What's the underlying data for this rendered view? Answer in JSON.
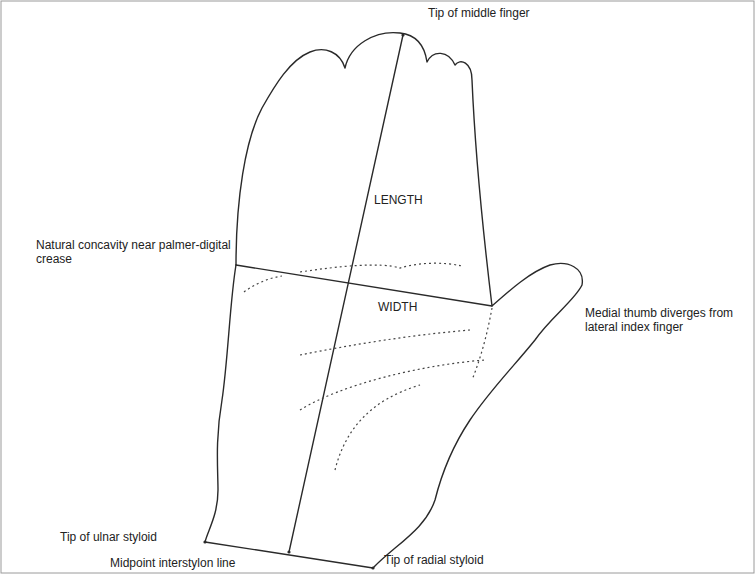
{
  "diagram": {
    "labels": [
      "Tip of middle finger",
      "LENGTH",
      "Natural concavity near palmer-digital crease",
      "WIDTH",
      "Medial thumb diverges from lateral index finger",
      "Tip of ulnar styloid",
      "Midpoint interstylon line",
      "Tip of radial styloid"
    ]
  }
}
